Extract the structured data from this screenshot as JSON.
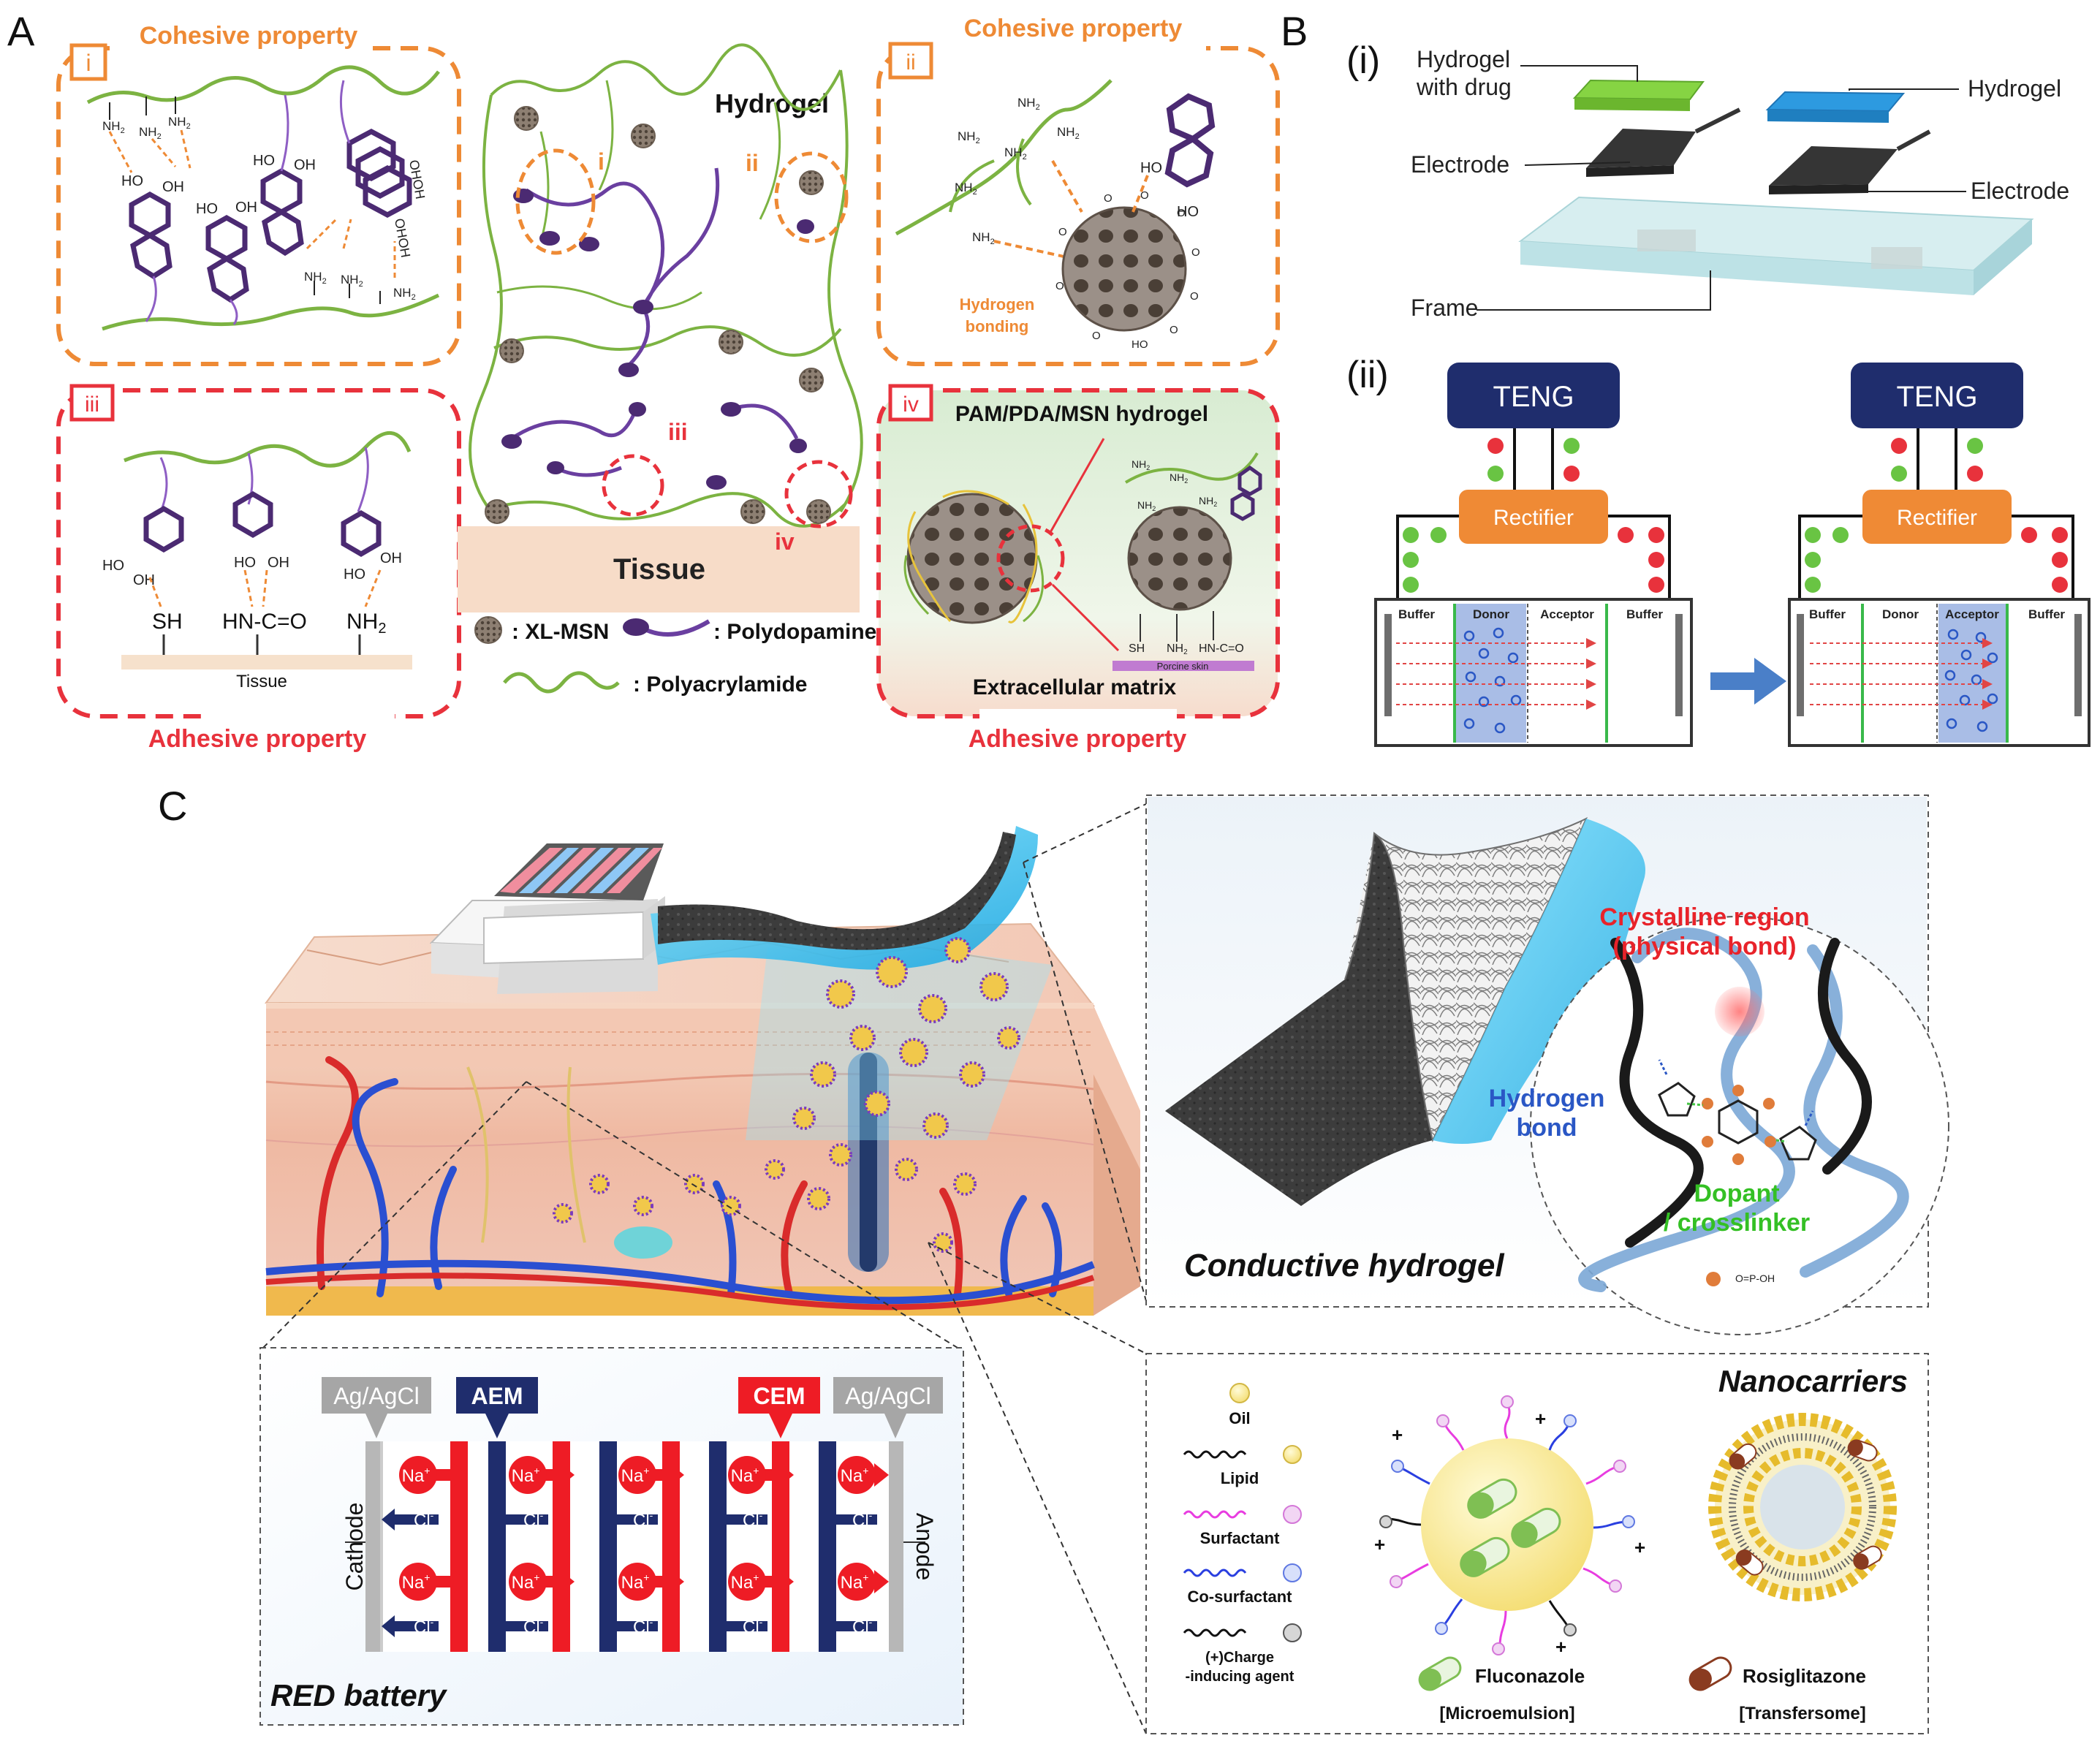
{
  "panel_letters": {
    "a": "A",
    "b": "B",
    "c": "C"
  },
  "colors": {
    "orange": "#ee8a35",
    "red": "#e8323c",
    "green": "#7cb342",
    "purple": "#4b2a72",
    "navy": "#1f2d6d",
    "blue": "#2a57c5",
    "teal": "#29c0e8"
  },
  "panel_a": {
    "box_i": {
      "label": "i",
      "title": "Cohesive property"
    },
    "box_ii": {
      "label": "ii",
      "title": "Cohesive property",
      "hbond_line1": "Hydrogen",
      "hbond_line2": "bonding"
    },
    "box_iii": {
      "label": "iii",
      "bottom_title": "Adhesive property",
      "groups": [
        "SH",
        "HN-C=O",
        "NH",
        "2"
      ],
      "tissue": "Tissue"
    },
    "box_iv": {
      "label": "iv",
      "bottom_title": "Adhesive property",
      "title": "PAM/PDA/MSN hydrogel",
      "ecm": "Extracellular matrix",
      "porcine": "Porcine skin",
      "chem": [
        "SH",
        "NH",
        "HN-C=O"
      ]
    },
    "center": {
      "hydrogel": "Hydrogel",
      "tissue": "Tissue",
      "markers": [
        "i",
        "ii",
        "iii",
        "iv"
      ]
    },
    "legend": {
      "msn": ": XL-MSN",
      "pda": ": Polydopamine",
      "pam": ": Polyacrylamide"
    },
    "chem_labels": {
      "nh2": "NH",
      "sub2": "2",
      "ho": "HO",
      "oh": "OH",
      "o": "O",
      "nh": "NH"
    }
  },
  "panel_b": {
    "i_label": "(i)",
    "ii_label": "(ii)",
    "hydrogel_with_drug_1": "Hydrogel",
    "hydrogel_with_drug_2": "with drug",
    "hydrogel": "Hydrogel",
    "electrode_left": "Electrode",
    "electrode_right": "Electrode",
    "frame": "Frame",
    "teng": "TENG",
    "rectifier": "Rectifier",
    "compartments": [
      "Buffer",
      "Donor",
      "Acceptor",
      "Buffer"
    ]
  },
  "panel_c": {
    "crystalline_1": "Crystalline region",
    "crystalline_2": "(physical bond)",
    "hbond_1": "Hydrogen",
    "hbond_2": "bond",
    "dopant_1": "Dopant",
    "dopant_2": "/ crosslinker",
    "conductive": "Conductive hydrogel",
    "red": {
      "title": "RED battery",
      "agcl_left": "Ag/AgCl",
      "aem": "AEM",
      "cem": "CEM",
      "agcl_right": "Ag/AgCl",
      "cathode": "Cathode",
      "anode": "Anode",
      "na": "Na",
      "cl": "Cl",
      "plus": "+",
      "minus": "-"
    },
    "nano": {
      "title": "Nanocarriers",
      "legend": [
        "Oil",
        "Lipid",
        "Surfactant",
        "Co-surfactant",
        "(+)Charge",
        "-inducing agent"
      ],
      "fluconazole": "Fluconazole",
      "microemulsion": "[Microemulsion]",
      "rosiglitazone": "Rosiglitazone",
      "transfersome": "[Transfersome]"
    }
  }
}
